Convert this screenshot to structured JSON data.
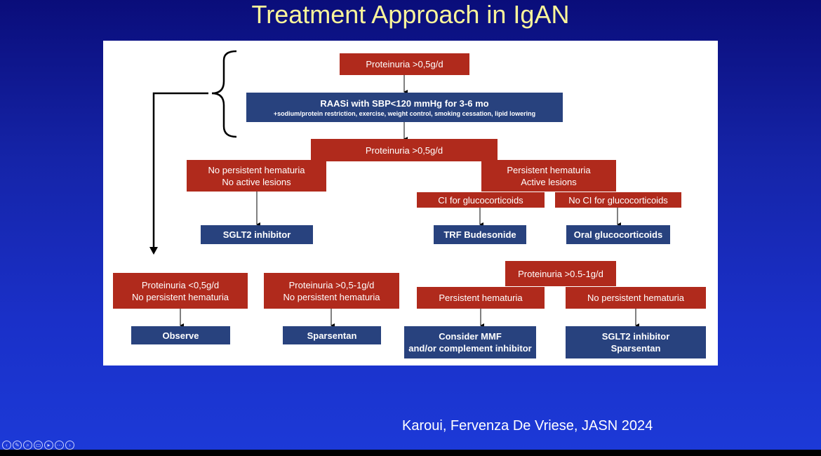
{
  "slide": {
    "title": "Treatment Approach in IgAN",
    "citation": "Karoui, Fervenza De Vriese, JASN 2024"
  },
  "flowchart": {
    "start": "Proteinuria >0,5g/d",
    "raasi_main": "RAASi with SBP<120 mmHg for 3-6 mo",
    "raasi_sub": "+sodium/protein restriction, exercise, weight control, smoking cessation, lipid lowering",
    "recheck": "Proteinuria >0,5g/d",
    "no_hematuria_1": "No persistent hematuria",
    "no_hematuria_2": "No active lesions",
    "hematuria_1": "Persistent hematuria",
    "hematuria_2": "Active lesions",
    "ci_gluco": "CI for glucocorticoids",
    "no_ci_gluco": "No CI for glucocorticoids",
    "sglt2": "SGLT2 inhibitor",
    "trf_budesonide": "TRF Budesonide",
    "oral_gluco": "Oral glucocorticoids",
    "low_prot_1": "Proteinuria <0,5g/d",
    "low_prot_2": "No persistent hematuria",
    "mid_prot_1": "Proteinuria >0,5-1g/d",
    "mid_prot_2": "No persistent hematuria",
    "right_prot": "Proteinuria >0.5-1g/d",
    "persistent_hematuria": "Persistent hematuria",
    "no_persistent_hematuria": "No persistent hematuria",
    "observe": "Observe",
    "sparsentan": "Sparsentan",
    "mmf_1": "Consider MMF",
    "mmf_2": "and/or complement inhibitor",
    "final_1": "SGLT2 inhibitor",
    "final_2": "Sparsentan"
  },
  "colors": {
    "red_box": "#b02a1c",
    "blue_box": "#28427e",
    "title": "#fbf59a"
  },
  "toolbar": {
    "icons": [
      "back-icon",
      "pen-icon",
      "zoom-icon",
      "captions-icon",
      "video-icon",
      "more-icon",
      "forward-icon"
    ]
  }
}
